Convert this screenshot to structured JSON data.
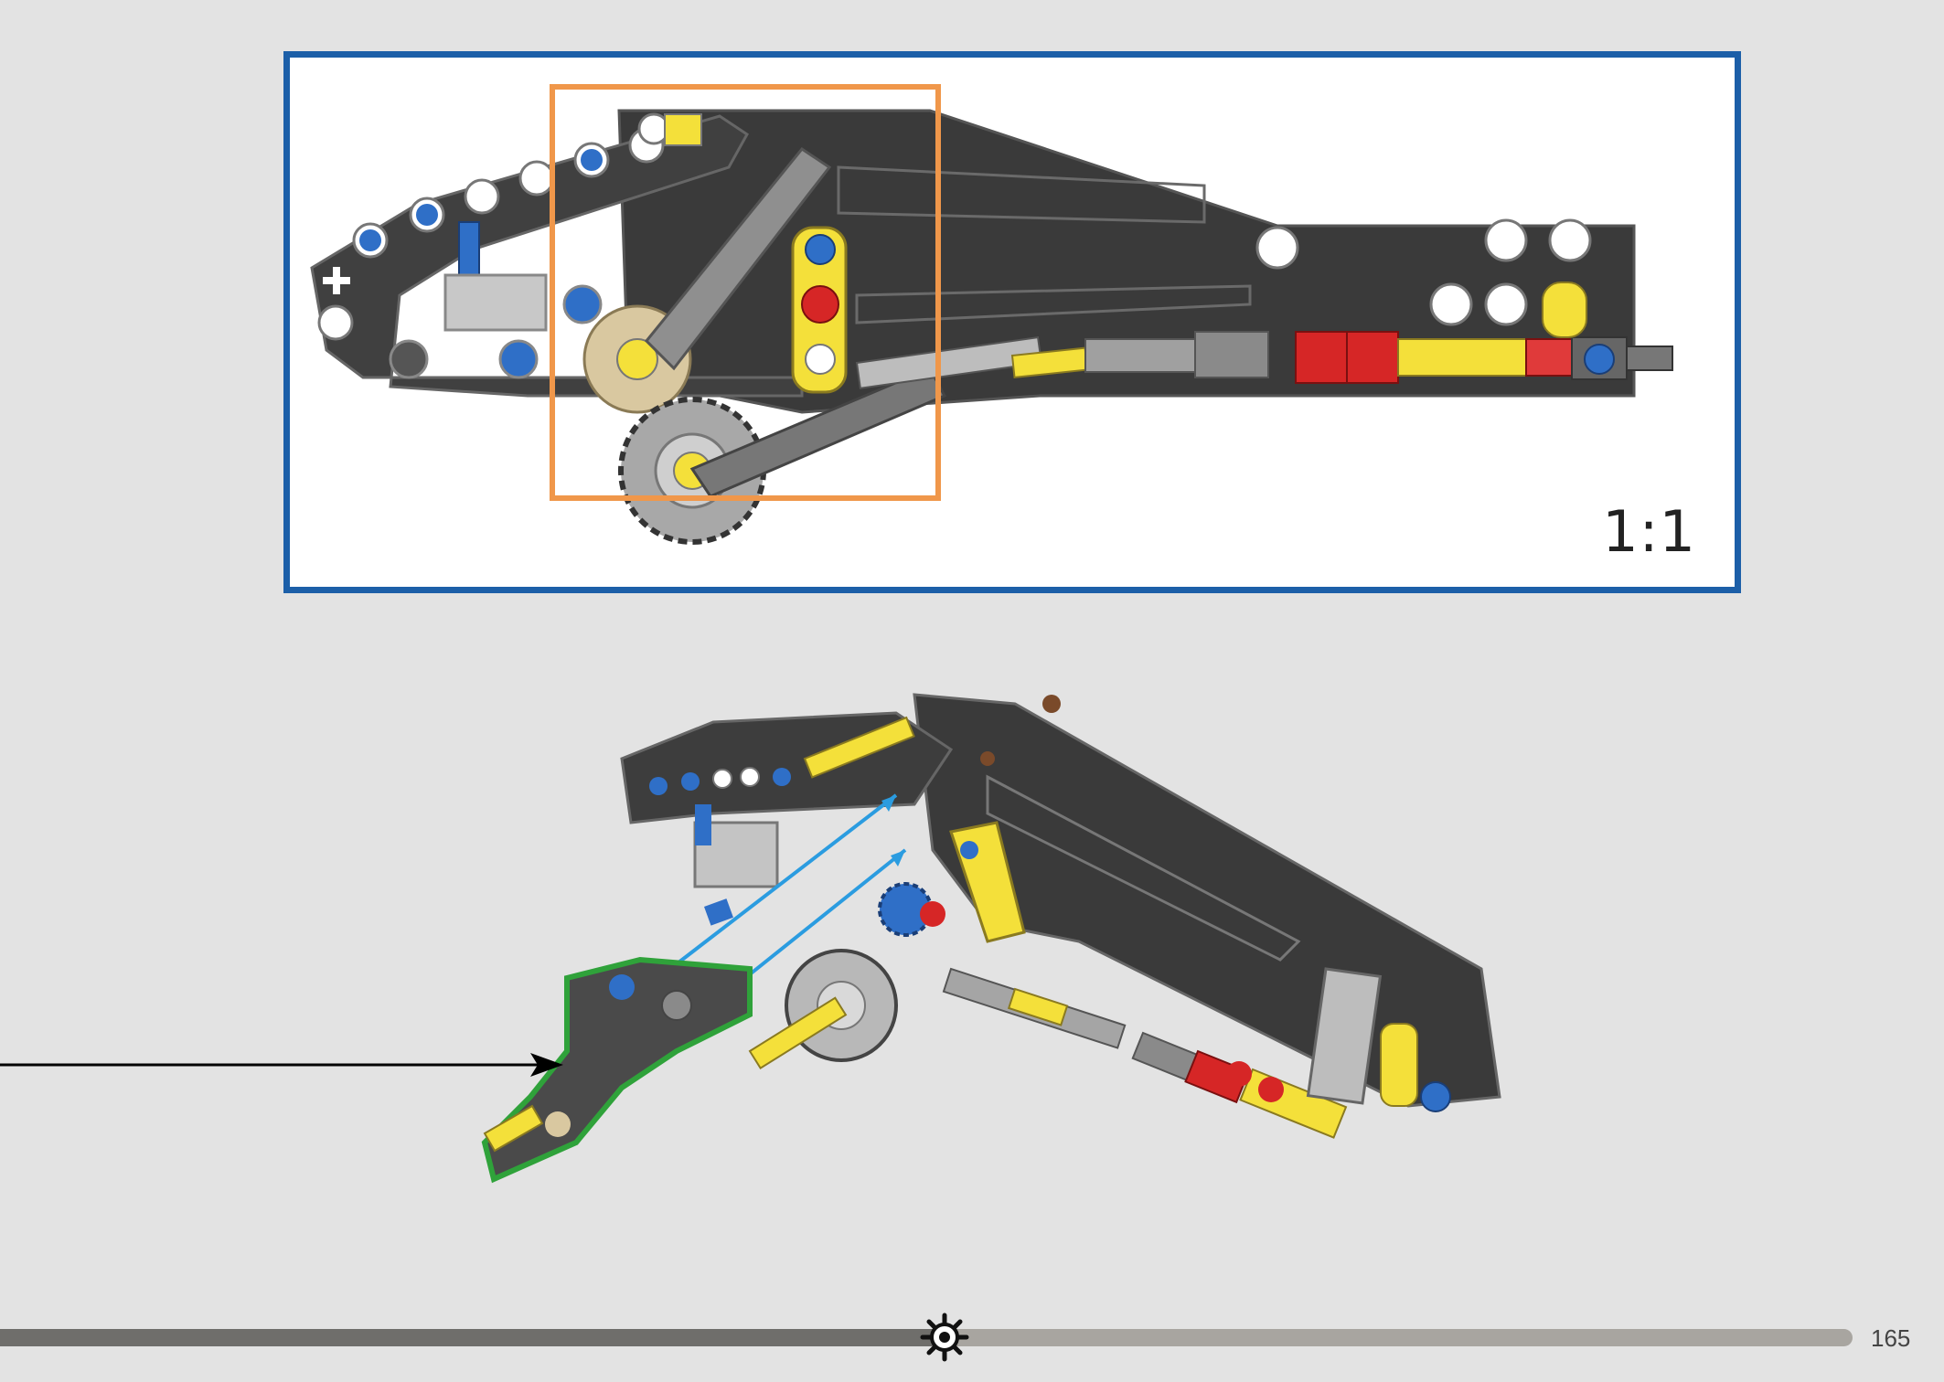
{
  "callout": {
    "scale_label": "1:1",
    "border_color": "#1c5fa8",
    "highlight_color": "#f0974a"
  },
  "main_view": {
    "arrow_colors": [
      "#2b9ce0",
      "#2b9ce0"
    ],
    "submodel_outline_color": "#2fa23a",
    "pointer_arrow": "black-arrow"
  },
  "progress": {
    "fraction": 0.51,
    "marker_icon": "gear-icon"
  },
  "page_number": "165"
}
